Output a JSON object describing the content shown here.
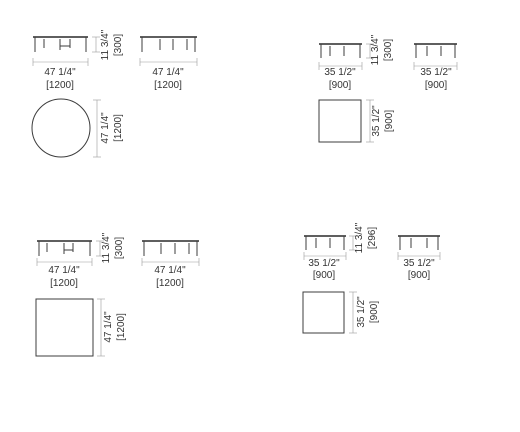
{
  "colors": {
    "line": "#3c3c3c",
    "dimension": "#9a9a9a",
    "text": "#333333"
  },
  "variants": [
    {
      "name": "round-1200",
      "height": {
        "imperial": "11 3/4\"",
        "metric": "[300]"
      },
      "front_width": {
        "imperial": "47 1/4\"",
        "metric": "[1200]"
      },
      "side_width": {
        "imperial": "47 1/4\"",
        "metric": "[1200]"
      },
      "top_depth": {
        "imperial": "47 1/4\"",
        "metric": "[1200]"
      }
    },
    {
      "name": "square-900",
      "height": {
        "imperial": "11 3/4\"",
        "metric": "[300]"
      },
      "front_width": {
        "imperial": "35 1/2\"",
        "metric": "[900]"
      },
      "side_width": {
        "imperial": "35 1/2\"",
        "metric": "[900]"
      },
      "top_depth": {
        "imperial": "35 1/2\"",
        "metric": "[900]"
      }
    },
    {
      "name": "square-1200",
      "height": {
        "imperial": "11 3/4\"",
        "metric": "[300]"
      },
      "front_width": {
        "imperial": "47 1/4\"",
        "metric": "[1200]"
      },
      "side_width": {
        "imperial": "47 1/4\"",
        "metric": "[1200]"
      },
      "top_depth": {
        "imperial": "47 1/4\"",
        "metric": "[1200]"
      }
    },
    {
      "name": "square-900-low",
      "height": {
        "imperial": "11 3/4\"",
        "metric": "[296]"
      },
      "front_width": {
        "imperial": "35 1/2\"",
        "metric": "[900]"
      },
      "side_width": {
        "imperial": "35 1/2\"",
        "metric": "[900]"
      },
      "top_depth": {
        "imperial": "35 1/2\"",
        "metric": "[900]"
      }
    }
  ]
}
